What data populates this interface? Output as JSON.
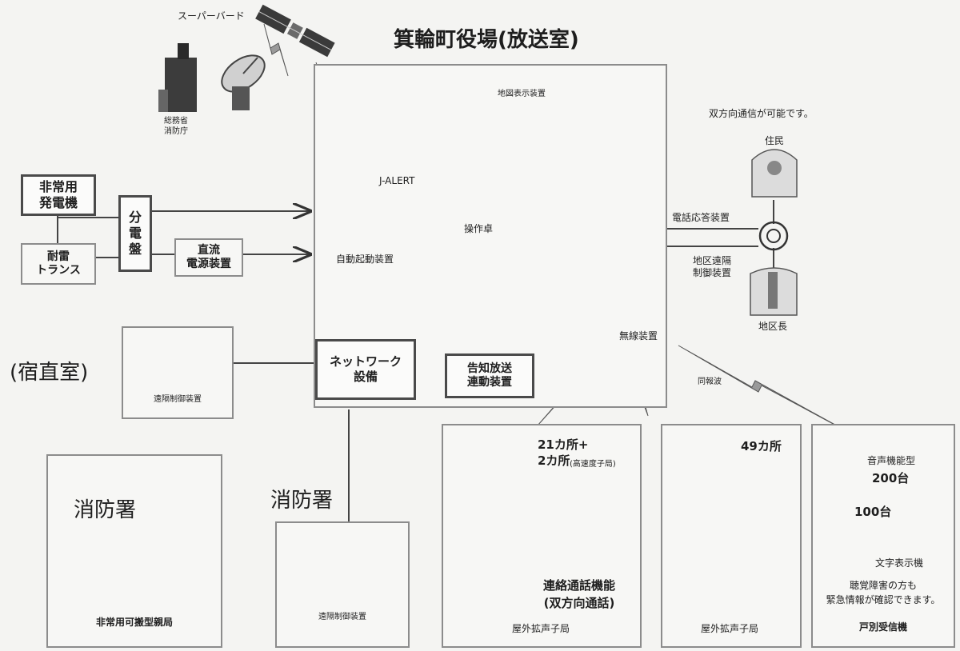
{
  "title": "箕輪町役場(放送室)",
  "satellite": "スーパーバード",
  "agency": [
    "総務省",
    "消防庁"
  ],
  "jalert": "J-ALERT",
  "map_display": "地図表示装置",
  "auto_start": "自動起動装置",
  "console": "操作卓",
  "radio_unit": "無線装置",
  "notice_broadcast": [
    "告知放送",
    "連動装置"
  ],
  "network": [
    "ネットワーク",
    "設備"
  ],
  "generator": [
    "非常用",
    "発電機"
  ],
  "distribution": [
    "分",
    "電",
    "盤"
  ],
  "transformer": [
    "耐雷",
    "トランス"
  ],
  "dc_power": [
    "直流",
    "電源装置"
  ],
  "night_room": "(宿直室)",
  "remote_control": "遠隔制御装置",
  "fire_station_1": "消防署",
  "portable_station": "非常用可搬型親局",
  "fire_station_2": "消防署",
  "remote_control_2": "遠隔制御装置",
  "two_way_note": "双方向通信が可能です。",
  "resident": "住民",
  "phone_response": "電話応答装置",
  "area_control": [
    "地区遠隔",
    "制御装置"
  ],
  "district_head": "地区長",
  "same_wave": "同報波",
  "outdoor_a": {
    "count_line1": "21カ所+",
    "count_line2": "2カ所",
    "count_note": "(高速度子局)",
    "phone": [
      "連絡通話機能",
      "(双方向通話)"
    ],
    "label": "屋外拡声子局"
  },
  "outdoor_b": {
    "count": "49カ所",
    "label": "屋外拡声子局"
  },
  "household": {
    "audio_receiver": "音声機能型",
    "audio_count": "200台",
    "text_count": "100台",
    "text_display": "文字表示機",
    "note": [
      "聴覚障害の方も",
      "緊急情報が確認できます。"
    ],
    "label": "戸別受信機"
  }
}
